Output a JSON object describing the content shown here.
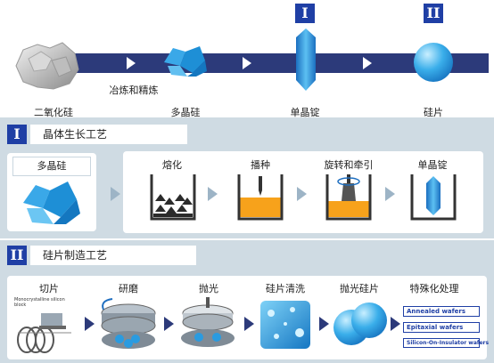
{
  "top": {
    "stages": [
      "二氧化硅",
      "冶炼和精炼",
      "多晶硅",
      "单晶锭",
      "硅片"
    ],
    "markers": [
      "I",
      "II"
    ]
  },
  "section1": {
    "badge": "I",
    "title": "晶体生长工艺",
    "start_label": "多晶硅",
    "steps": [
      "熔化",
      "播种",
      "旋转和牵引",
      "单晶锭"
    ]
  },
  "section2": {
    "badge": "II",
    "title": "硅片制造工艺",
    "steps": [
      "切片",
      "研磨",
      "抛光",
      "硅片清洗",
      "抛光硅片",
      "特殊化处理"
    ],
    "slicing_caption": "Monocrystalline silicon block",
    "treatments": [
      "Annealed wafers",
      "Epitaxial wafers",
      "Silicon-On-Insulator wafers"
    ]
  },
  "colors": {
    "band": "#2c3a7a",
    "badge": "#1f3fa5",
    "panel": "#cfdbe3",
    "crystal": "#2a9be0",
    "melt": "#f7a21b"
  }
}
